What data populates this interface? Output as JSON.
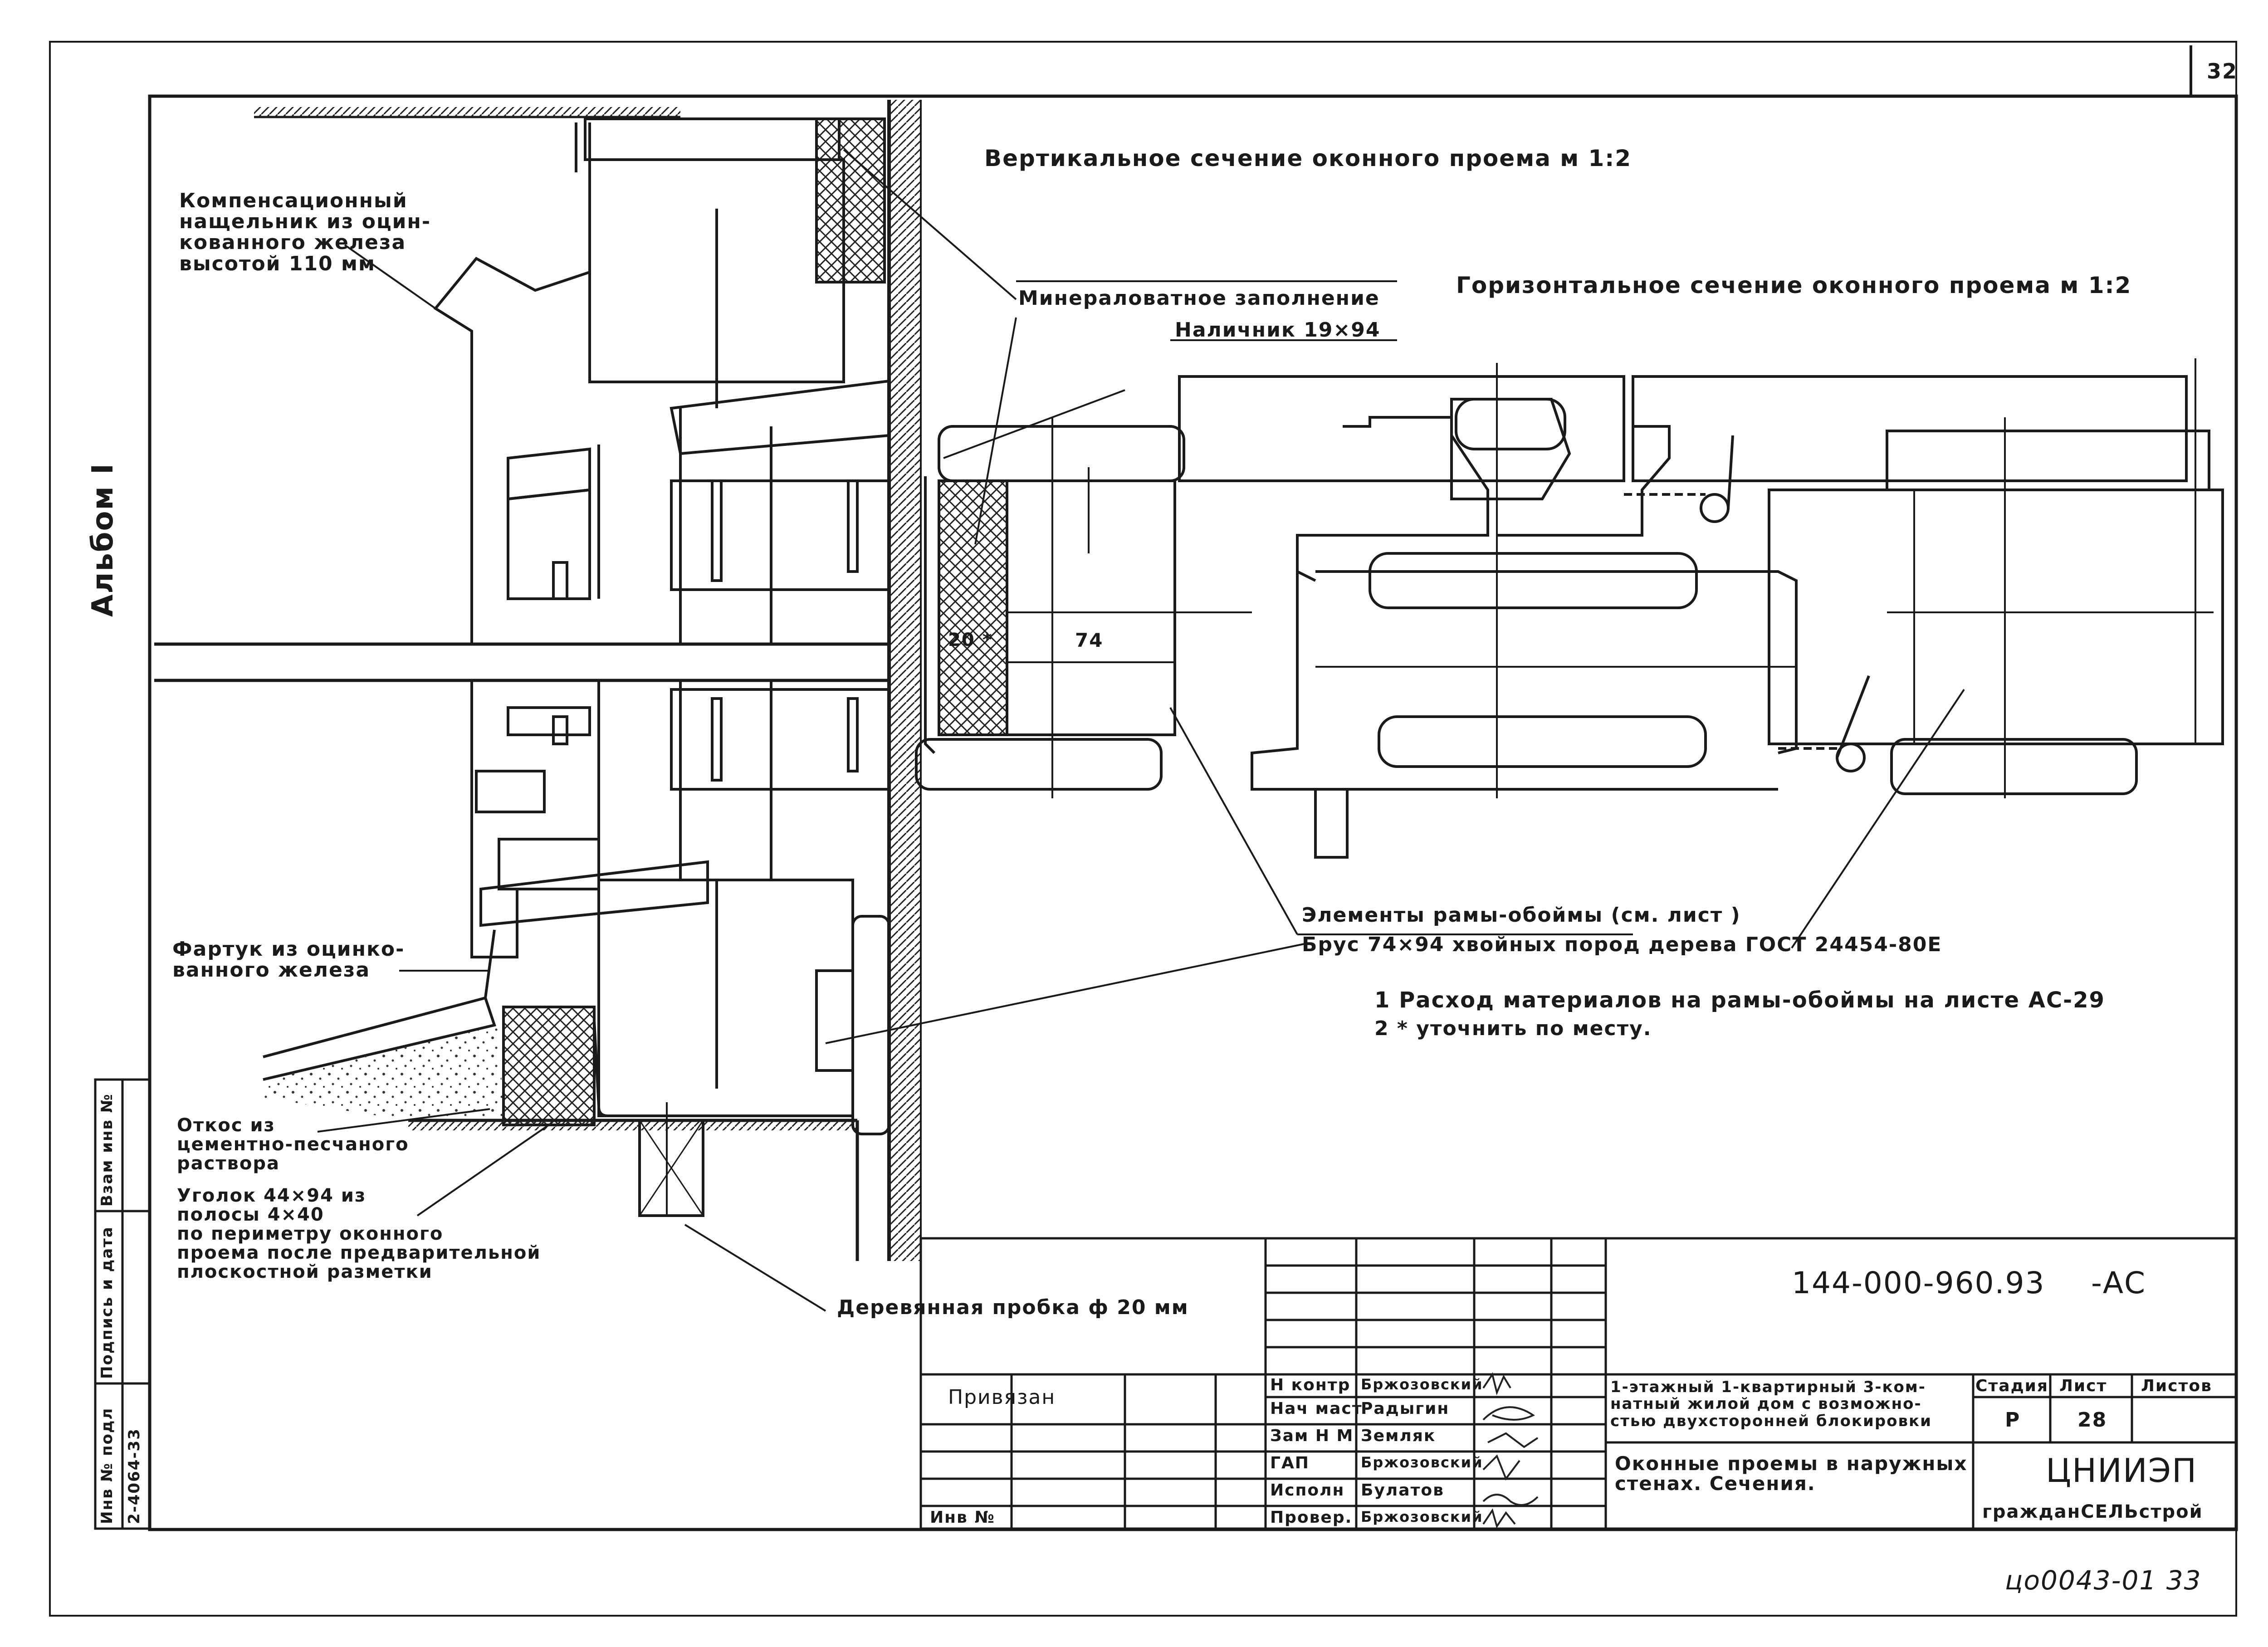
{
  "sheet_corner_number": "32",
  "album": "Альбом I",
  "titles": {
    "vertical_section": "Вертикальное сечение оконного проема   м 1:2",
    "horizontal_section": "Горизонтальное сечение оконного проема   м 1:2"
  },
  "labels": {
    "compensation": "Компенсационный\nнащельник из оцин-\nкованного железа\nвысотой 110 мм",
    "mineral_fill": "Минераловатное заполнение",
    "trim": "Наличник 19×94",
    "apron": "Фартук из оцинко-\nванного железа",
    "slope": "Откос из\nцементно-песчаного\nраствора",
    "angle": "Уголок 44×94 из\nполосы 4×40\nпо периметру оконного\nпроема после предварительной\nплоскостной разметки",
    "wood_plug": "Деревянная пробка ф 20 мм",
    "frame_elements": "Элементы рамы-обоймы (см. лист        )",
    "timber": "Брус 74×94 хвойных пород дерева ГОСТ 24454-80Е"
  },
  "dimensions": {
    "d20": "20 *",
    "d74": "74"
  },
  "notes": [
    "1 Расход материалов на рамы-обоймы на листе АС-29",
    "2 * уточнить по месту."
  ],
  "title_block": {
    "doc_code": "144-000-960.93",
    "suffix": "-АС",
    "tied_label": "Привязан",
    "inv_label": "Инв №",
    "roles": [
      {
        "role": "Н контр",
        "name": "Бржозовский"
      },
      {
        "role": "Нач маст",
        "name": "Радыгин"
      },
      {
        "role": "Зам Н М",
        "name": "Земляк"
      },
      {
        "role": "ГАП",
        "name": "Бржозовский"
      },
      {
        "role": "Исполн",
        "name": "Булатов"
      },
      {
        "role": "Провер.",
        "name": "Бржозовский"
      }
    ],
    "project_description": "1-этажный 1-квартирный 3-ком-\nнатный жилой дом с возможно-\nстью двухсторонней блокировки",
    "sheet_title": "Оконные проемы в наружных\nстенах. Сечения.",
    "stage_header": "Стадия",
    "sheet_header": "Лист",
    "sheets_header": "Листов",
    "stage": "Р",
    "sheet_no": "28",
    "organization": "ЦНИИЭП",
    "organization_sub": "гражданСЕЛЬстрой"
  },
  "side_stamp": {
    "inv_orig": "Инв № подл",
    "signature_date": "Подпись и дата",
    "replaced_inv": "Взам инв №",
    "inv_value": "2-4064-33"
  },
  "footer_code": "цо0043-01  33"
}
